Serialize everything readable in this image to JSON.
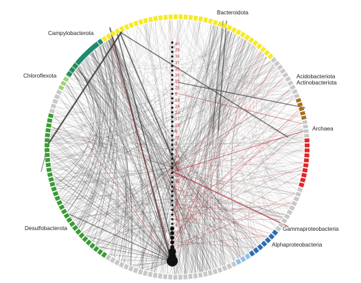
{
  "figure": {
    "groups": [
      {
        "id": "bacteroidota",
        "label": "Bacteroidota",
        "color": "#f4ea2a"
      },
      {
        "id": "acidobacteriota",
        "label": "Acidobacteriota",
        "color": "#a8701d"
      },
      {
        "id": "actinobacteriota",
        "label": "Actinobacteriota",
        "color": "#a8701d"
      },
      {
        "id": "archaea",
        "label": "Archaea",
        "color": "#e0262c"
      },
      {
        "id": "gammaproteobacteria",
        "label": "Gammaproteobacteria",
        "color": "#2f6db0"
      },
      {
        "id": "alphaproteobacteria",
        "label": "Alphaproteobacteria",
        "color": "#8fc1e8"
      },
      {
        "id": "desulfobacterota",
        "label": "Desulfobacterota",
        "color": "#3a9b35"
      },
      {
        "id": "chloroflexota",
        "label": "Chloroflexota",
        "color": "#9ed07c"
      },
      {
        "id": "campylobacterota",
        "label": "Campylobacterota",
        "color": "#1f8a70"
      },
      {
        "id": "other",
        "label": "",
        "color": "#c8c8c8"
      }
    ],
    "node_numbers": [
      "40",
      "29",
      "38",
      "37",
      "35",
      "36",
      "15",
      "28",
      "6",
      "19",
      "24",
      "22",
      "17",
      "13",
      "8",
      "20",
      "3",
      "9",
      "44",
      "48",
      "56",
      "16",
      "32",
      "11",
      "1",
      "5",
      "7",
      "2",
      "12",
      "4"
    ],
    "link_colors": {
      "neutral": "#3a3a3a",
      "highlight": "#b0282e"
    }
  }
}
